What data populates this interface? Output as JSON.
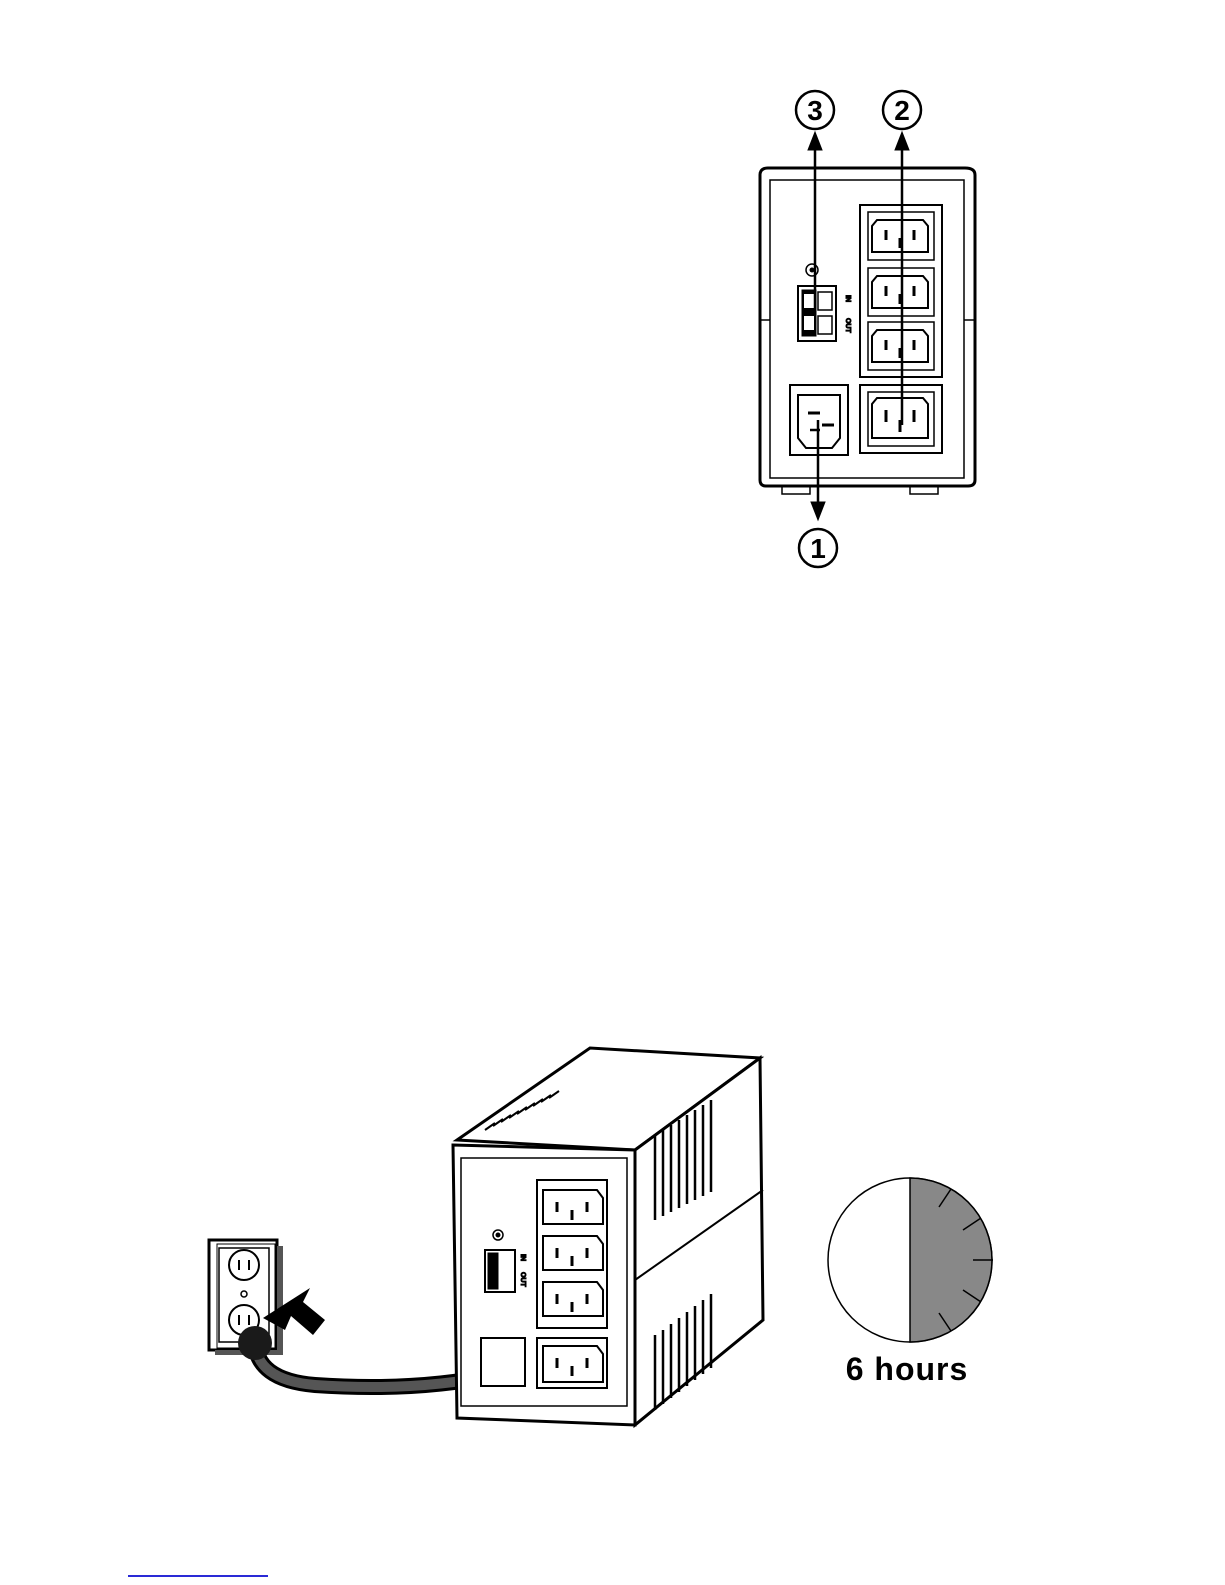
{
  "rear_panel": {
    "callout_1": "1",
    "callout_2": "2",
    "callout_3": "3",
    "port_in_label": "IN",
    "port_out_label": "OUT"
  },
  "charging": {
    "port_in_label": "IN",
    "port_out_label": "OUT",
    "duration_label": "6 hours",
    "charge_fraction": 0.5
  },
  "colors": {
    "outline": "#000000",
    "clock_fill": "#888888",
    "link": "#2a2ad6"
  }
}
